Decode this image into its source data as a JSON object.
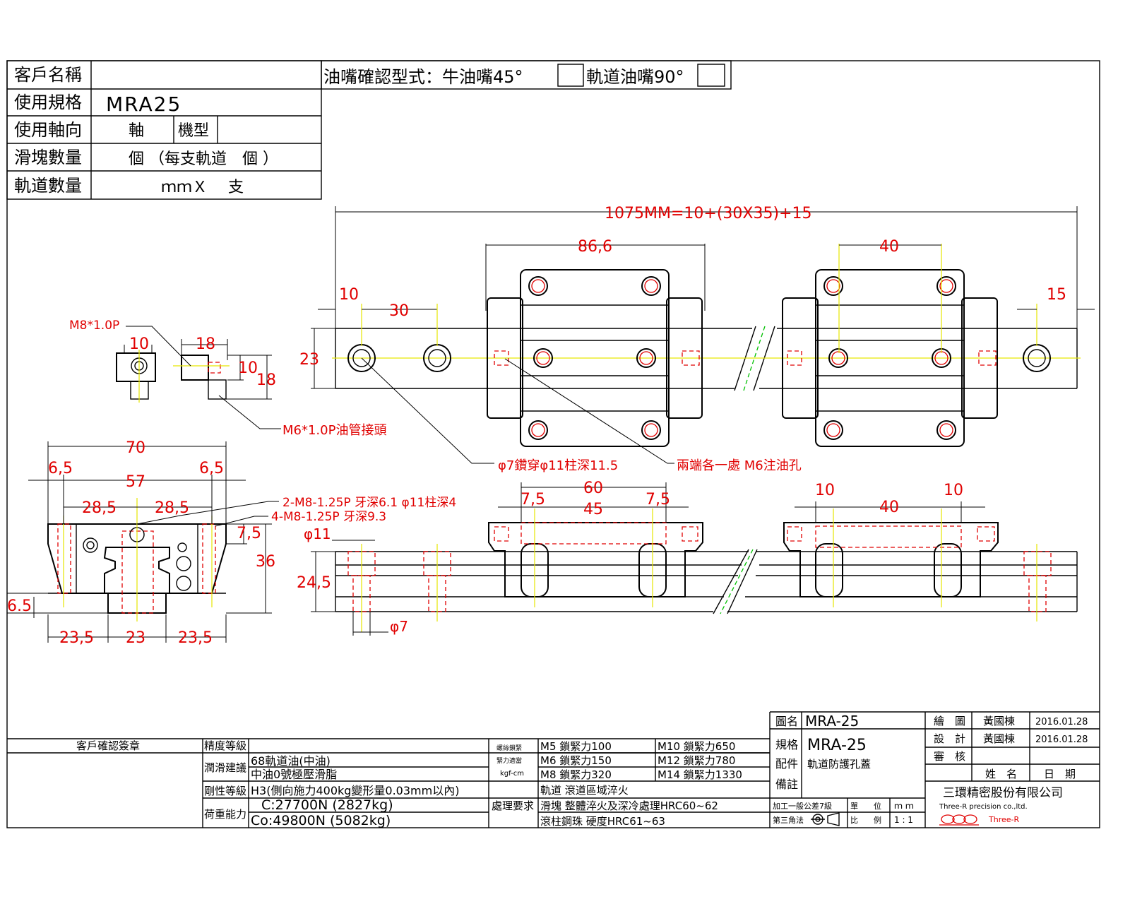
{
  "header": {
    "customer_label": "客戶名稱",
    "spec_label": "使用規格",
    "spec_value": "MRA25",
    "axis_label": "使用軸向",
    "axis_value": "軸",
    "machine_label": "機型",
    "blocks_label": "滑塊數量",
    "blocks_value": "個 （每支軌道　個 ）",
    "rails_label": "軌道數量",
    "rails_value": "ｍｍＸ　 支",
    "nozzle_text": "油嘴確認型式：牛油嘴45°",
    "nozzle_text2": "軌道油嘴90°"
  },
  "dims": {
    "total": "1075MM=10+(30X35)+15",
    "d86_6": "86,6",
    "d40a": "40",
    "d10a": "10",
    "d15": "15",
    "d30": "30",
    "d23a": "23",
    "m8": "M8*1.0P",
    "d10b": "10",
    "d18a": "18",
    "d10c": "10",
    "d18b": "18",
    "m6nip": "M6*1.0P油管接頭",
    "hole7": "φ7鑽穿φ11柱深11.5",
    "oilhole": "兩端各一處 M6注油孔",
    "d70": "70",
    "d6_5a": "6,5",
    "d57": "57",
    "d6_5b": "6,5",
    "d28_5a": "28,5",
    "d28_5b": "28,5",
    "tap1": "2-M8-1.25P 牙深6.1 φ11柱深4",
    "tap2": "4-M8-1.25P 牙深9.3",
    "d7_5a": "7,5",
    "d36": "36",
    "d6_5c": "6.5",
    "d23_5a": "23,5",
    "d23b": "23",
    "d23_5b": "23,5",
    "d60": "60",
    "d7_5b": "7,5",
    "d45": "45",
    "d7_5c": "7,5",
    "d10d": "10",
    "d40b": "40",
    "d10e": "10",
    "phi11": "φ11",
    "d24_5": "24,5",
    "phi7": "φ7"
  },
  "titleblock": {
    "figname_label": "圖名",
    "figname": "MRA-25",
    "spec_label": "規格",
    "spec": "MRA-25",
    "part_label": "配件",
    "part": "軌道防護孔蓋",
    "note_label": "備註",
    "draw_label": "繪　圖",
    "draw_name": "黃國棟",
    "draw_date": "2016.01.28",
    "design_label": "設　計",
    "design_name": "黃國棟",
    "design_date": "2016.01.28",
    "check_label": "審　核",
    "name_label": "姓　名",
    "date_label": "日　期",
    "company": "三環精密股份有限公司",
    "company_en": "Three-R precision co.,ltd.",
    "logo_text": "Three-R",
    "tol": "加工一般公差7級",
    "unit_label": "單　　位",
    "unit": "ｍ ｍ",
    "angle": "第三角法",
    "scale_label": "比　　例",
    "scale": "1 : 1"
  },
  "bottom": {
    "stamp": "客戶確認簽章",
    "accuracy": "精度等級",
    "lube": "潤滑建議",
    "lube1": "68軌道油(中油)",
    "lube2": "中油0號極壓滑脂",
    "rigid": "剛性等級",
    "rigid_v": "H3(側向施力400kg變形量0.03mm以內)",
    "load": "荷重能力",
    "load1": "C:27700N (2827kg)",
    "load2": "Co:49800N (5082kg)",
    "torque_a": "螺絲鎖緊",
    "torque_b": "緊力適當",
    "torque_c": "kgf-cm",
    "m5": "M5 鎖緊力100",
    "m6": "M6 鎖緊力150",
    "m8": "M8 鎖緊力320",
    "m10": "M10 鎖緊力650",
    "m12": "M12 鎖緊力780",
    "m14": "M14 鎖緊力1330",
    "proc": "處理要求",
    "proc1": "軌道 滾道區域淬火",
    "proc2": "滑塊 整體淬火及深冷處理HRC60~62",
    "proc3": "滾柱鋼珠 硬度HRC61~63"
  }
}
